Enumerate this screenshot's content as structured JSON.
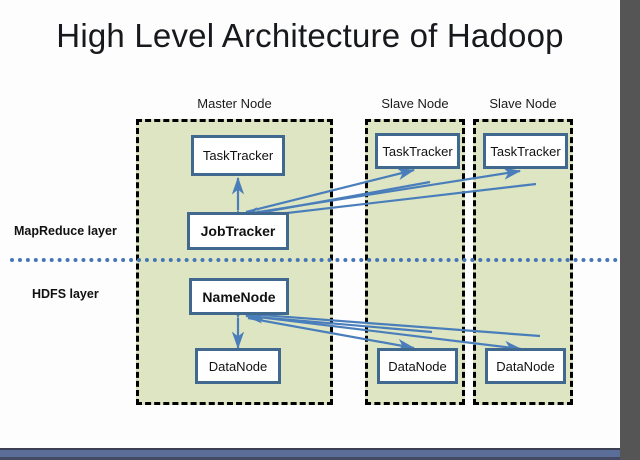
{
  "slide": {
    "title": "High Level Architecture of Hadoop"
  },
  "layers": [
    {
      "id": "mapreduce",
      "label": "MapReduce layer"
    },
    {
      "id": "hdfs",
      "label": "HDFS layer"
    }
  ],
  "nodes": [
    {
      "id": "master",
      "caption": "Master Node",
      "components": [
        {
          "id": "master-tasktracker",
          "label": "TaskTracker",
          "bold": false
        },
        {
          "id": "master-jobtracker",
          "label": "JobTracker",
          "bold": true
        },
        {
          "id": "master-namenode",
          "label": "NameNode",
          "bold": true
        },
        {
          "id": "master-datanode",
          "label": "DataNode",
          "bold": false
        }
      ]
    },
    {
      "id": "slave-1",
      "caption": "Slave Node",
      "components": [
        {
          "id": "slave1-tasktracker",
          "label": "TaskTracker",
          "bold": false
        },
        {
          "id": "slave1-datanode",
          "label": "DataNode",
          "bold": false
        }
      ]
    },
    {
      "id": "slave-2",
      "caption": "Slave Node",
      "components": [
        {
          "id": "slave2-tasktracker",
          "label": "TaskTracker",
          "bold": false
        },
        {
          "id": "slave2-datanode",
          "label": "DataNode",
          "bold": false
        }
      ]
    }
  ],
  "colors": {
    "panel_fill": "#dde5c3",
    "panel_border": "#000000",
    "box_border": "#41698f",
    "arrow": "#4a7ebb",
    "divider": "#4577b8",
    "title_text": "#17191c",
    "chrome_gray": "#555555",
    "chrome_blue": "#5b6d99"
  }
}
